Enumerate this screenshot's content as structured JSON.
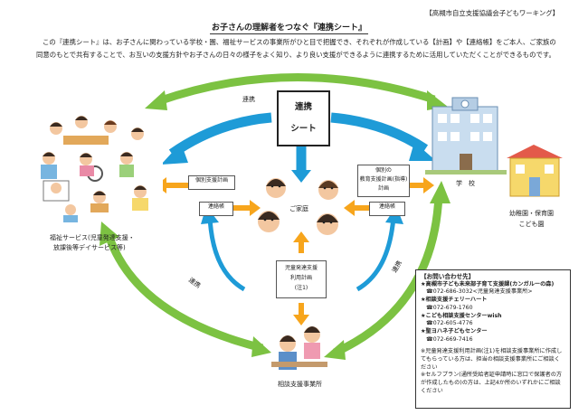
{
  "header": {
    "organization": "【高槻市自立支援協議会子どもワーキング】",
    "title": "お子さんの理解者をつなぐ『連携シート』"
  },
  "intro": "この『連携シート』は、お子さんに関わっている学校・園、福祉サービスの事業所がひと目で把握でき、それぞれが作成している【計画】や【連絡帳】をご本人、ご家族の同意のもとで共有することで、お互いの支援方針やお子さんの日々の様子をよく知り、より良い支援ができるように連携するために活用していただくことができるものです。",
  "diagram": {
    "center_line1": "連携",
    "center_line2": "シート",
    "link_labels": [
      "連携",
      "連携",
      "連携"
    ],
    "welfare_label_line1": "福祉サービス(児童発達支援・",
    "welfare_label_line2": "放課後等デイサービス等)",
    "school_label": "学　校",
    "kinder_label_line1": "幼稚園・保育園",
    "kinder_label_line2": "こども園",
    "family_label": "ご家庭",
    "consult_label": "相談支援事業所",
    "boxes": {
      "individual_support_plan": "個別支援計画",
      "welfare_notebook": "連絡帳",
      "education_plan_line1": "個別の",
      "education_plan_line2": "教育支援計画(指導)",
      "education_plan_line3": "計画",
      "school_notebook": "連絡帳",
      "usage_plan_line1": "児童発達支援",
      "usage_plan_line2": "利用計画",
      "usage_plan_line3": "(注1)"
    }
  },
  "contact": {
    "title": "【お問い合わせ先】",
    "entries": [
      {
        "name": "★高槻市子ども未来部子育て支援課(カンガルーの森)",
        "tel": "☎072-686-3032<児童発達支援事業所>"
      },
      {
        "name": "★相談支援チェリーハート",
        "tel": "☎072-679-1760"
      },
      {
        "name": "★こども相談支援センターwish",
        "tel": "☎072-605-4776"
      },
      {
        "name": "★聖ヨハネ子どもセンター",
        "tel": "☎072-669-7416"
      }
    ],
    "note1": "※児童発達支援利用計画(注1)を相談支援事業所に作成してもらっている方は、担当の相談支援事業所にご相談ください",
    "note2": "※セルフプラン(通所受給者証申請時に窓口で保護者の方が作成したもの)の方は、上記4か所のいずれかにご相談ください"
  },
  "colors": {
    "arrow_blue": "#1e9bd7",
    "arrow_green": "#7cc242",
    "arrow_orange": "#f7a51c"
  }
}
